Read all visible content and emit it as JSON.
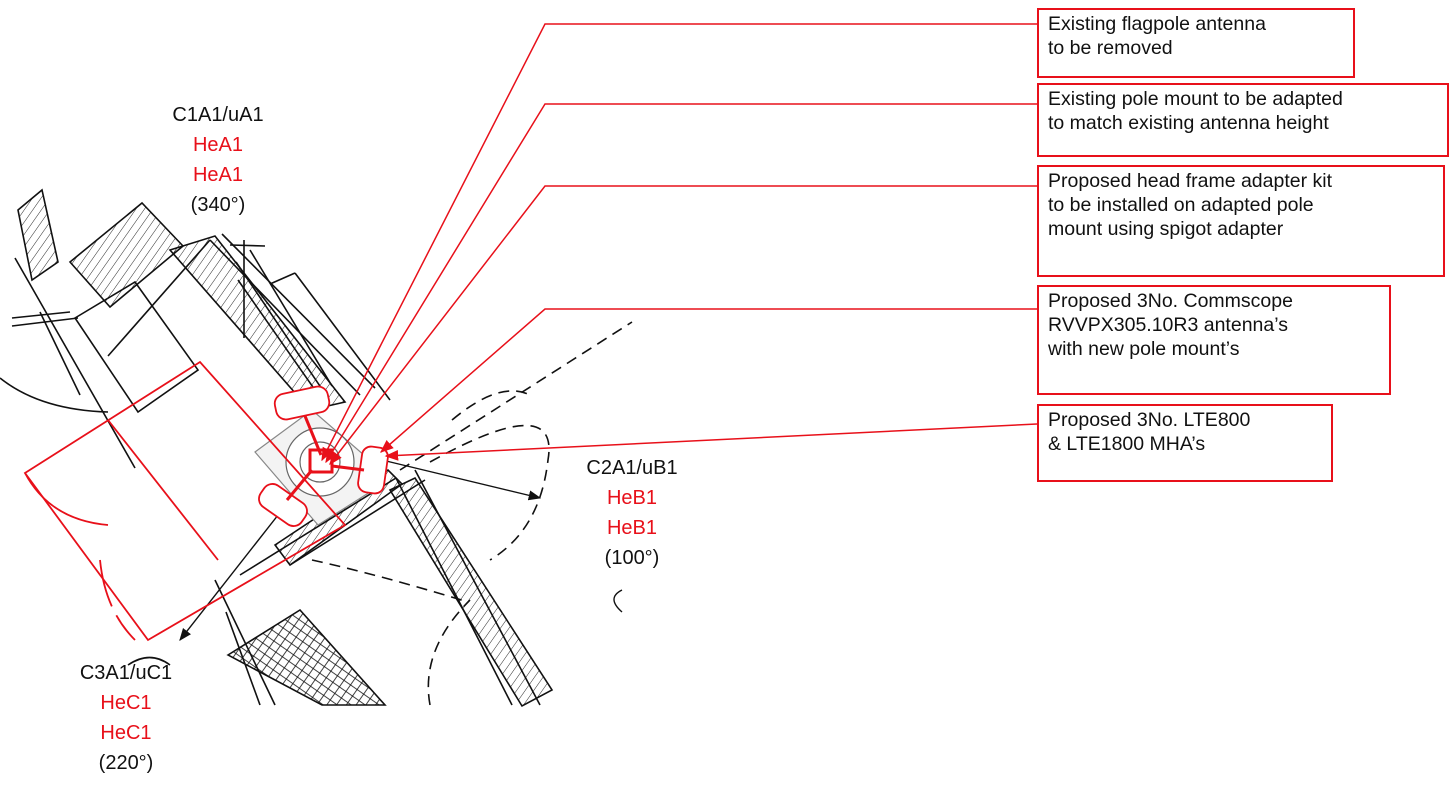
{
  "colors": {
    "markup": "#e8101a",
    "linework": "#111111",
    "background": "#ffffff"
  },
  "callouts": [
    {
      "lines": [
        "Existing flagpole antenna",
        "to be removed"
      ]
    },
    {
      "lines": [
        "Existing pole mount to be adapted",
        "to match existing antenna height"
      ]
    },
    {
      "lines": [
        "Proposed head frame adapter kit",
        "to be installed on adapted pole",
        "mount using spigot adapter"
      ]
    },
    {
      "lines": [
        "Proposed 3No. Commscope",
        "RVVPX305.10R3 antenna’s",
        "with new pole mount’s"
      ]
    },
    {
      "lines": [
        "Proposed 3No. LTE800",
        "& LTE1800 MHA’s"
      ]
    }
  ],
  "sectors": [
    {
      "cell": "C1A1/uA1",
      "ref1": "HeA1",
      "ref2": "HeA1",
      "azimuth": "(340°)"
    },
    {
      "cell": "C2A1/uB1",
      "ref1": "HeB1",
      "ref2": "HeB1",
      "azimuth": "(100°)"
    },
    {
      "cell": "C3A1/uC1",
      "ref1": "HeC1",
      "ref2": "HeC1",
      "azimuth": "(220°)"
    }
  ]
}
